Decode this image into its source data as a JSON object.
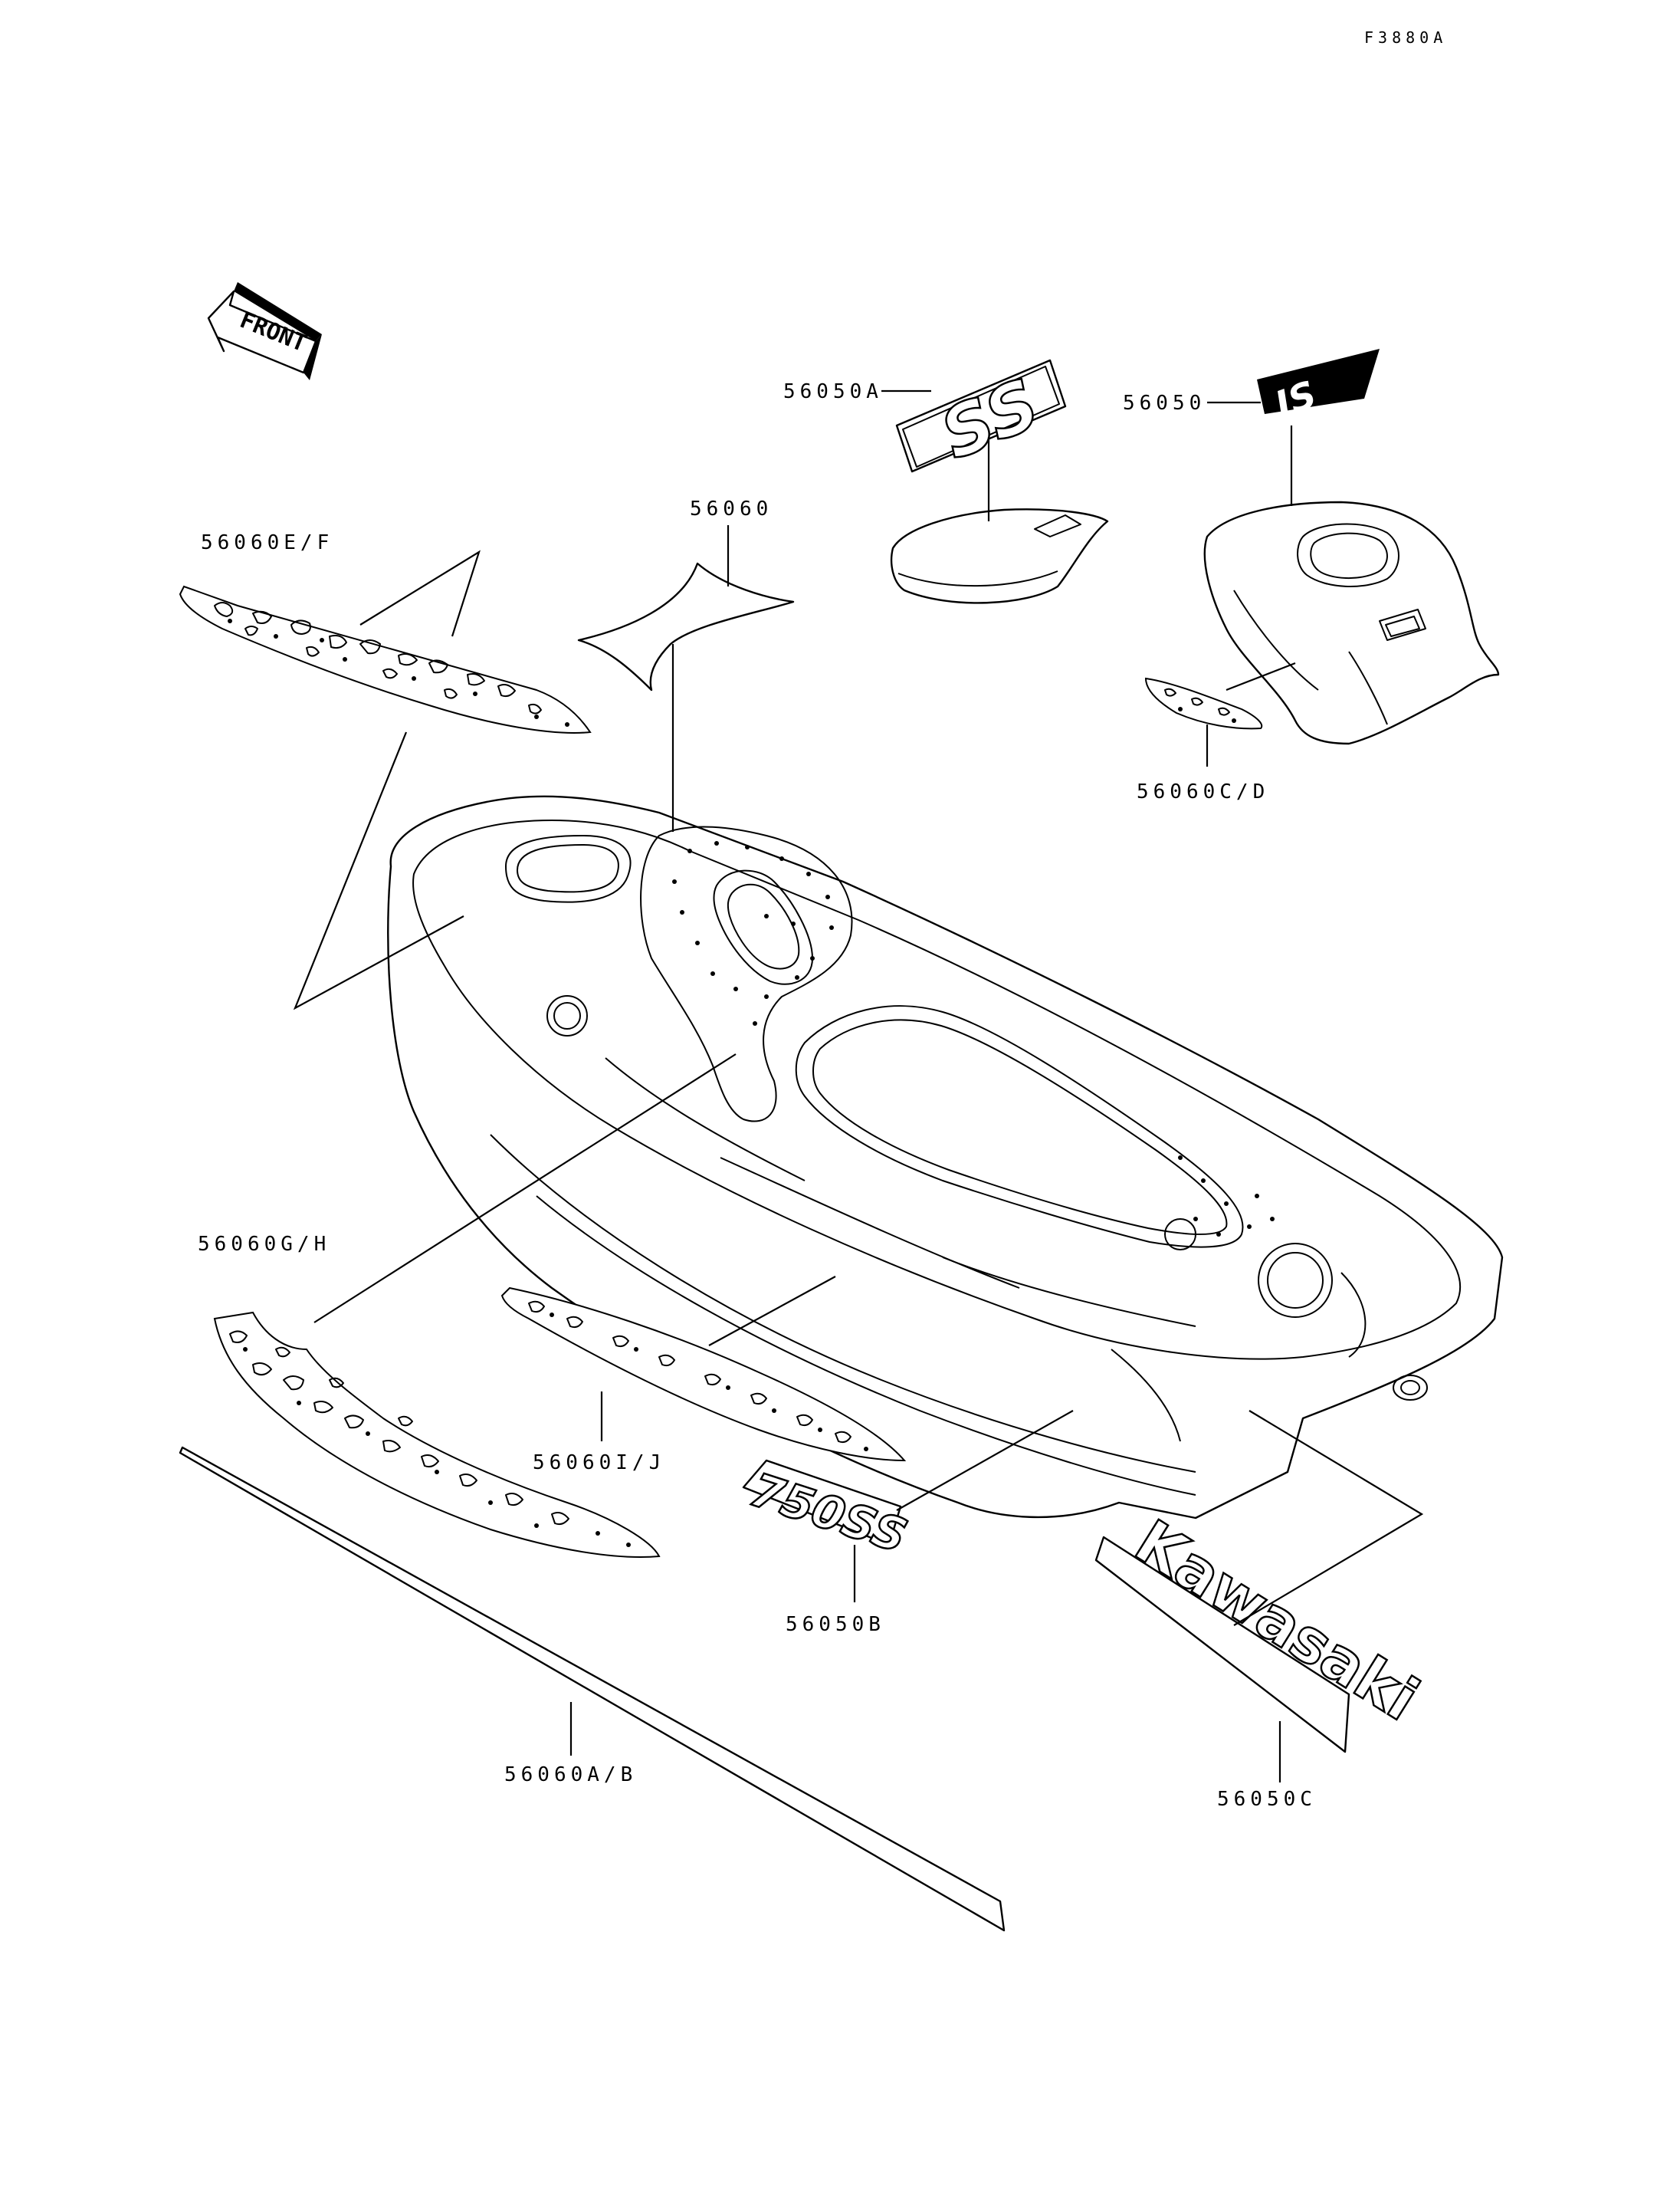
{
  "figure_code": "F3880A",
  "front_label": "FRONT",
  "parts": {
    "p56050A": "56050A",
    "p56050": "56050",
    "p56060": "56060",
    "p56060EF": "56060E/F",
    "p56060CD": "56060C/D",
    "p56060GH": "56060G/H",
    "p56060IJ": "56060I/J",
    "p56050B": "56050B",
    "p56050C": "56050C",
    "p56060AB": "56060A/B"
  },
  "decals": {
    "ss": "SS",
    "model": "750SS",
    "brand": "Kawasaki",
    "logo": "JS"
  }
}
